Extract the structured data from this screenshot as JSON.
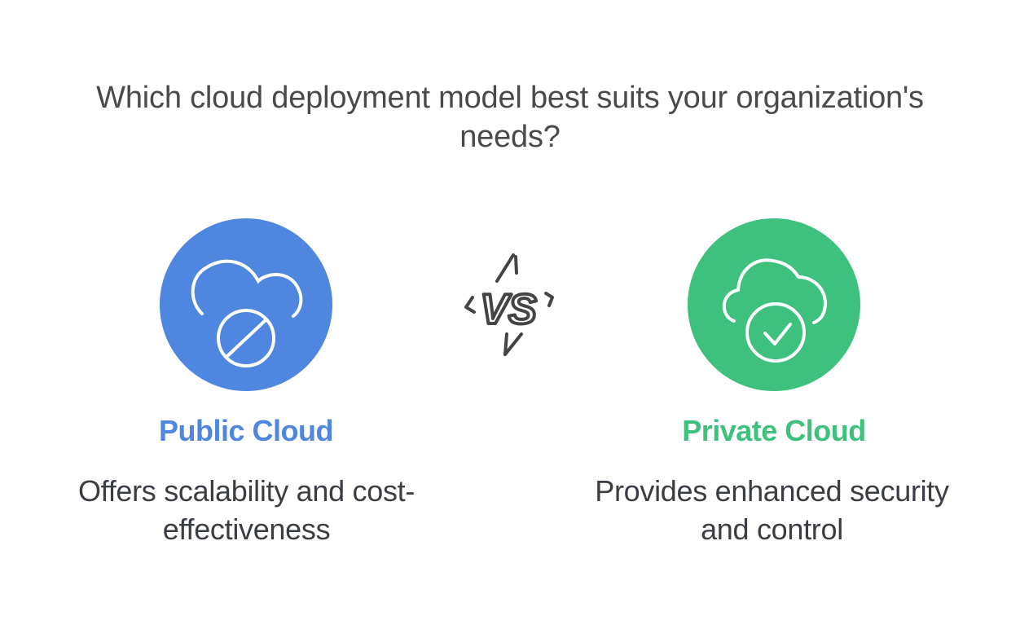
{
  "title": {
    "line1": "Which cloud deployment model best suits your organization's",
    "line2": "needs?"
  },
  "colors": {
    "public": "#4f86e0",
    "private": "#3fc17e",
    "text": "#4a4a4a",
    "vs_icon": "#444444"
  },
  "options": [
    {
      "heading": "Public Cloud",
      "description_line1": "Offers scalability and cost-",
      "description_line2": "effectiveness",
      "icon": "cloud-with-prohibited-sign-icon"
    },
    {
      "heading": "Private Cloud",
      "description_line1": "Provides enhanced security",
      "description_line2": "and control",
      "icon": "cloud-with-checkmark-icon"
    }
  ],
  "separator": {
    "icon": "versus-icon",
    "label": "VS"
  }
}
